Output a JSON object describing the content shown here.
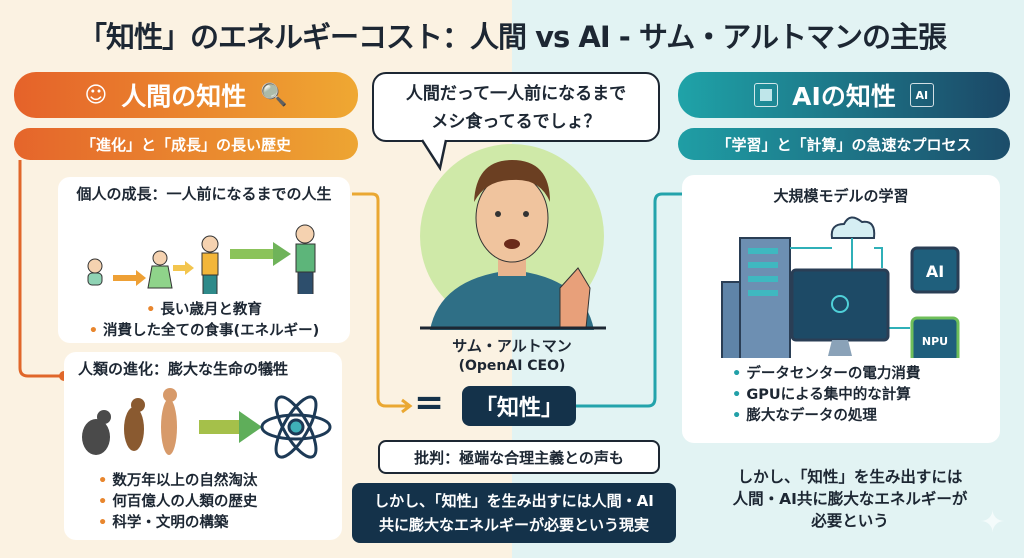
{
  "title": "「知性」のエネルギーコスト：人間 vs AI - サム・アルトマンの主張",
  "human": {
    "header": "人間の知性",
    "subheader": "「進化」と「成長」の長い歴史",
    "growth": {
      "title": "個人の成長：一人前になるまでの人生",
      "bullets": [
        "長い歳月と教育",
        "消費した全ての食事(エネルギー)"
      ]
    },
    "evolution": {
      "title": "人類の進化：膨大な生命の犠牲",
      "bullets": [
        "数万年以上の自然淘汰",
        "何百億人の人類の歴史",
        "科学・文明の構築"
      ]
    }
  },
  "center": {
    "quote_line1": "人間だって一人前になるまで",
    "quote_line2": "メシ食ってるでしょ？",
    "name": "サム・アルトマン",
    "role": "(OpenAI CEO)",
    "equals": "=",
    "intelligence": "「知性」",
    "criticism": "批判：極端な合理主義との声も",
    "conclusion_line1": "しかし、「知性」を生み出すには人間・AI",
    "conclusion_line2": "共に膨大なエネルギーが必要という現実"
  },
  "ai": {
    "header": "AIの知性",
    "chip_label": "AI",
    "subheader": "「学習」と「計算」の急速なプロセス",
    "training": {
      "title": "大規模モデルの学習",
      "chip1": "AI",
      "chip2": "NPU",
      "bullets": [
        "データセンターの電力消費",
        "GPUによる集中的な計算",
        "膨大なデータの処理"
      ]
    },
    "summary_line1": "しかし、「知性」を生み出すには",
    "summary_line2": "人間・AI共に膨大なエネルギーが",
    "summary_line3": "必要という"
  }
}
